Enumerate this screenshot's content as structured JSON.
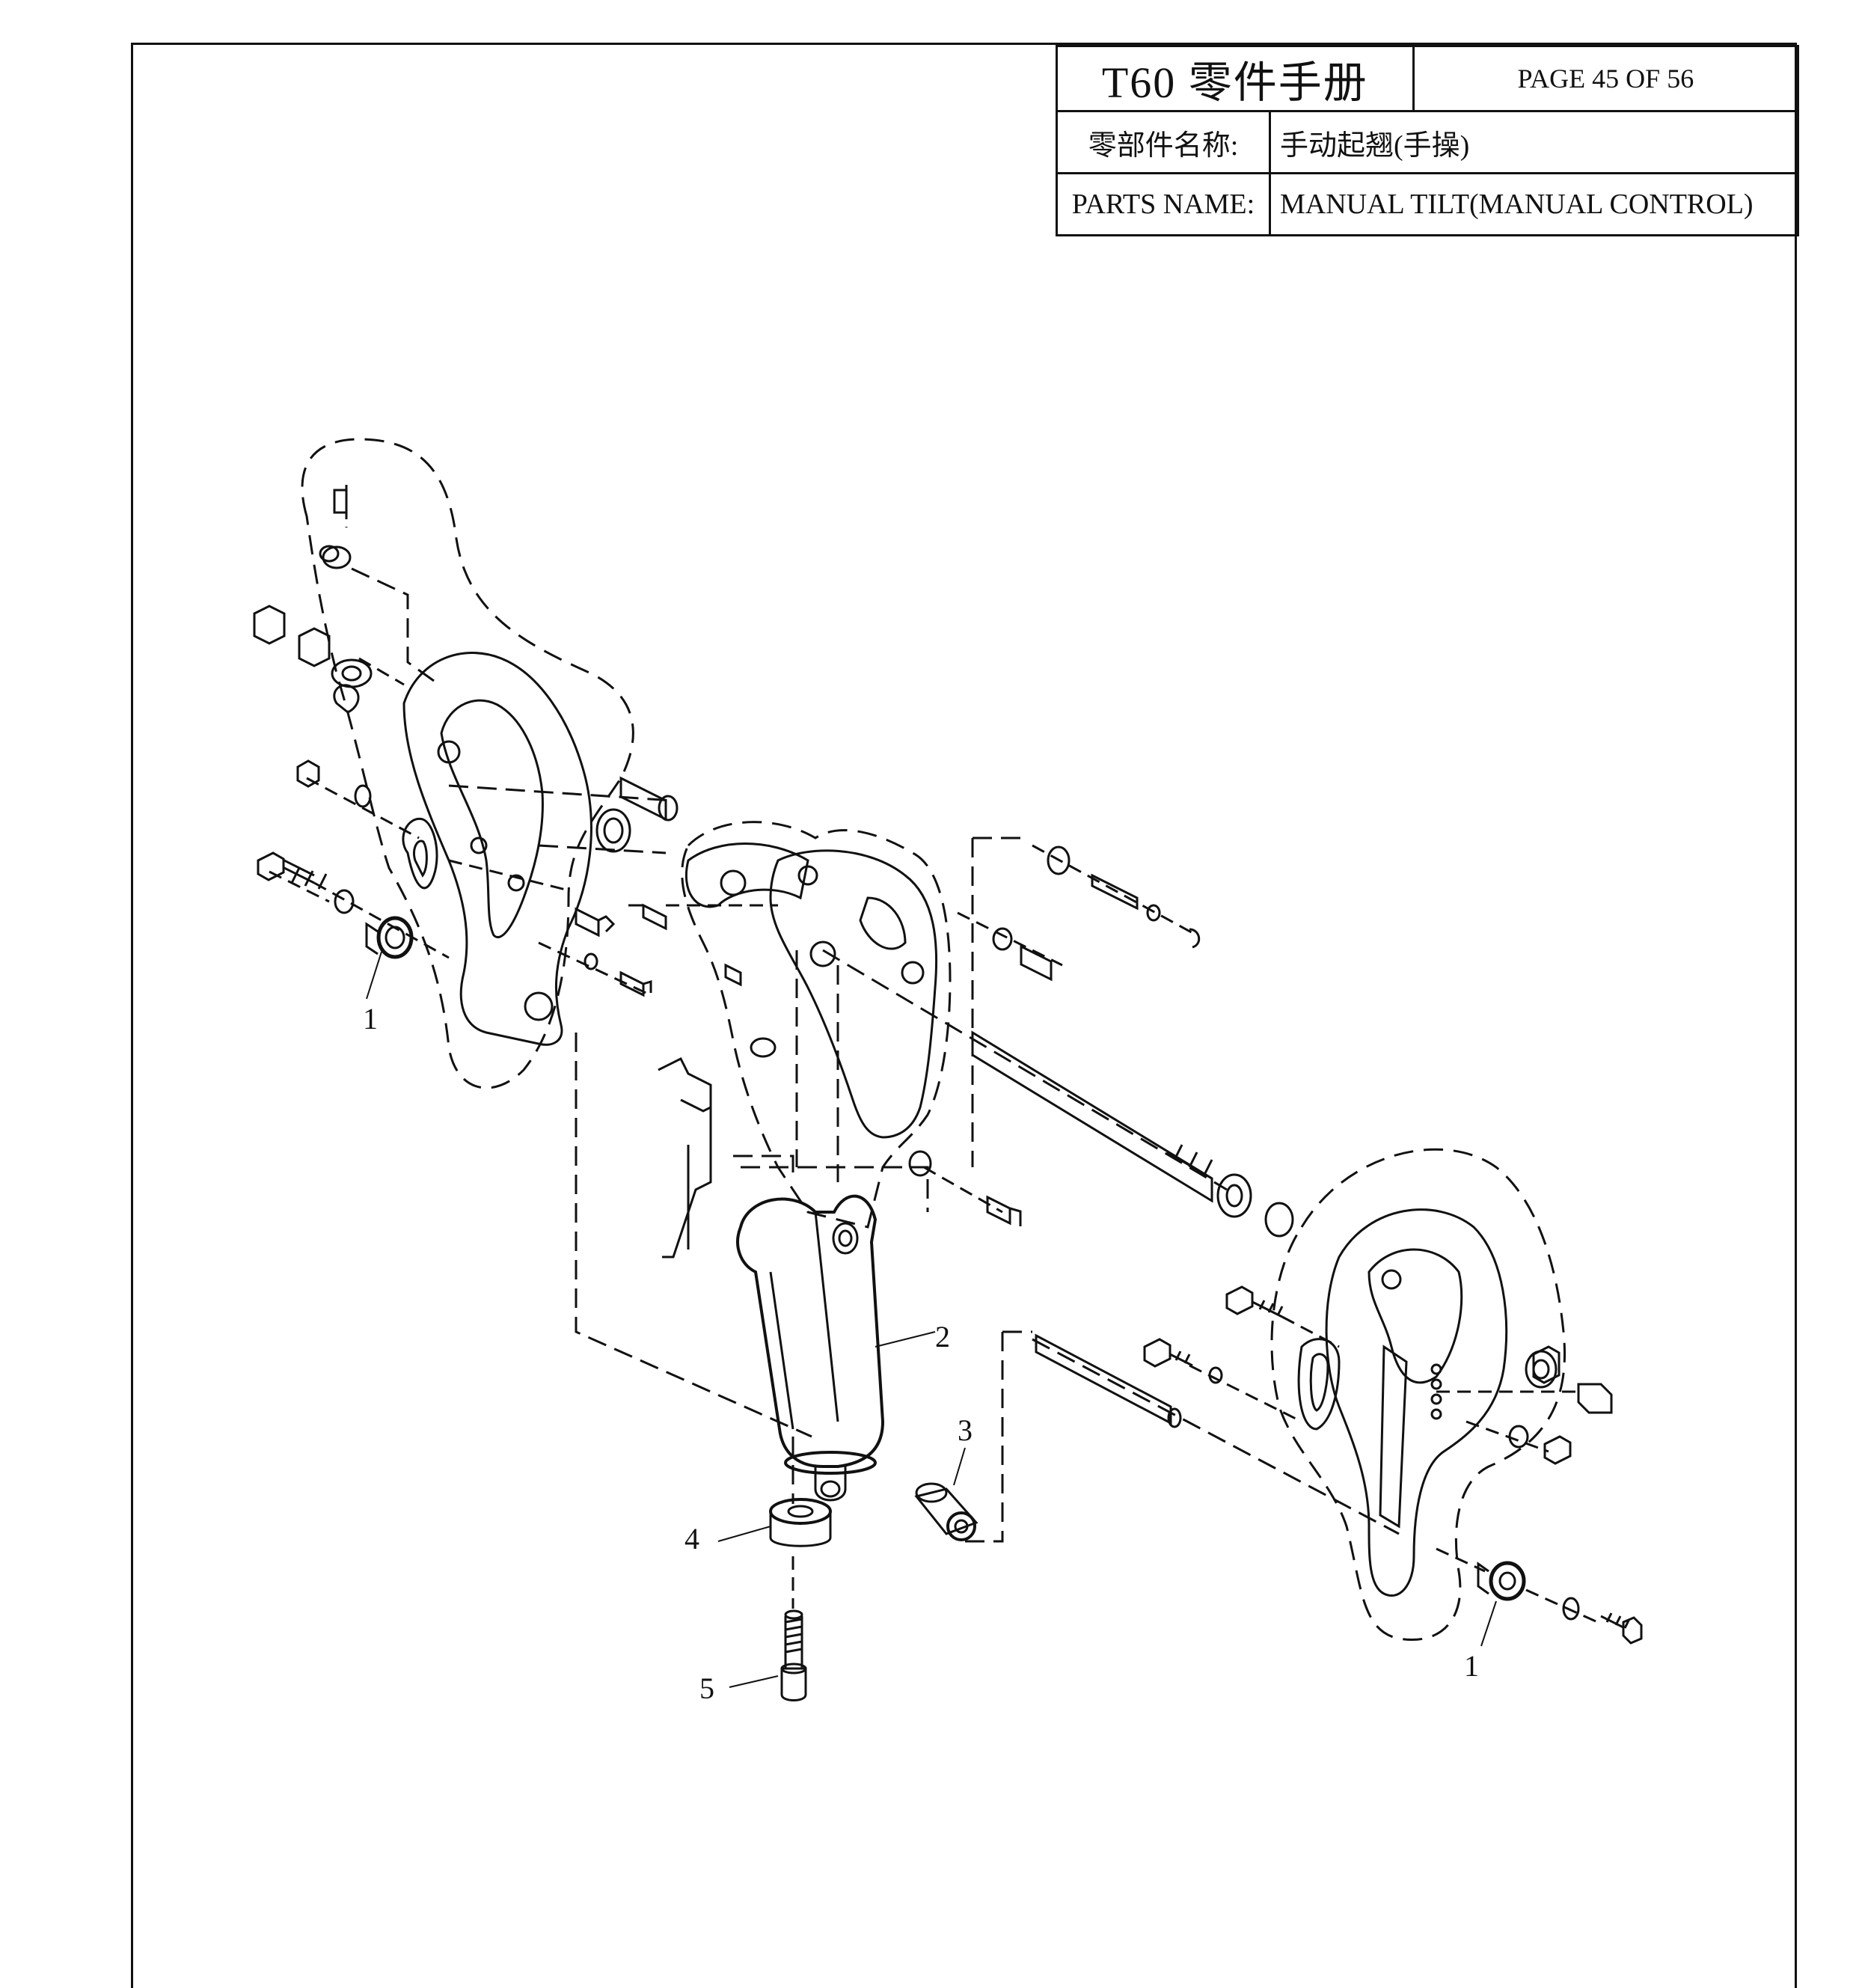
{
  "header": {
    "title": "T60 零件手册",
    "page": "PAGE 45 OF 56",
    "name_label_cn": "零部件名称:",
    "name_value_cn": "手动起翘(手操)",
    "name_label_en": "PARTS NAME:",
    "name_value_en": "MANUAL TILT(MANUAL CONTROL)"
  },
  "callouts": [
    "1",
    "2",
    "3",
    "4",
    "5",
    "1"
  ]
}
